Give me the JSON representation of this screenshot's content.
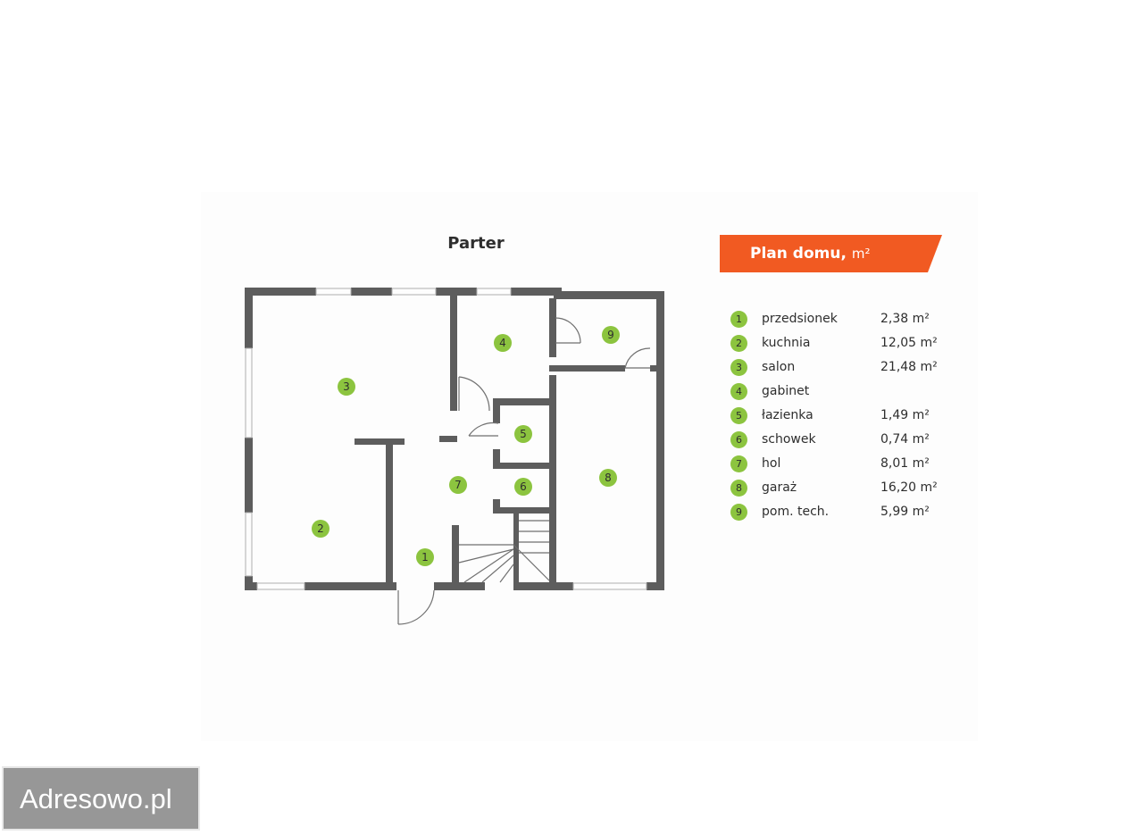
{
  "plan": {
    "title": "Parter",
    "rooms": [
      {
        "id": "1",
        "label": "1"
      },
      {
        "id": "2",
        "label": "2"
      },
      {
        "id": "3",
        "label": "3"
      },
      {
        "id": "4",
        "label": "4"
      },
      {
        "id": "5",
        "label": "5"
      },
      {
        "id": "6",
        "label": "6"
      },
      {
        "id": "7",
        "label": "7"
      },
      {
        "id": "8",
        "label": "8"
      },
      {
        "id": "9",
        "label": "9"
      }
    ]
  },
  "legend": {
    "title": "Plan domu,",
    "unit": "m²",
    "items": [
      {
        "num": "1",
        "name": "przedsionek",
        "area": "2,38 m²"
      },
      {
        "num": "2",
        "name": "kuchnia",
        "area": "12,05 m²"
      },
      {
        "num": "3",
        "name": "salon",
        "area": "21,48 m²"
      },
      {
        "num": "4",
        "name": "gabinet",
        "area": ""
      },
      {
        "num": "5",
        "name": "łazienka",
        "area": "1,49 m²"
      },
      {
        "num": "6",
        "name": "schowek",
        "area": "0,74 m²"
      },
      {
        "num": "7",
        "name": "hol",
        "area": "8,01 m²"
      },
      {
        "num": "8",
        "name": "garaż",
        "area": "16,20 m²"
      },
      {
        "num": "9",
        "name": "pom. tech.",
        "area": "5,99 m²"
      }
    ]
  },
  "colors": {
    "wall": "#5d5d5d",
    "accent": "#f15a22",
    "marker": "#8cc43f"
  },
  "watermark": {
    "text": "Adresowo.pl"
  }
}
